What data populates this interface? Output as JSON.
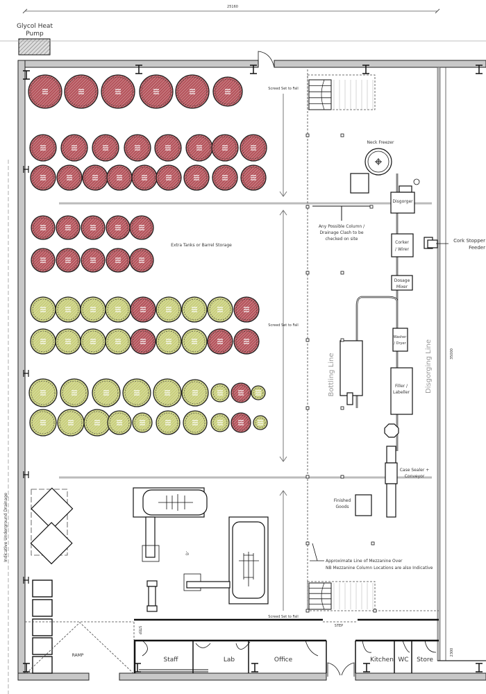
{
  "drawing": {
    "overall_width_dimension": "25160",
    "overall_depth_dimension": "35000",
    "office_depth_dimension": "2300",
    "glycol_heat_pump": [
      "Glycol Heat",
      "Pump"
    ],
    "screed_label": "Screed Set to Fall",
    "extra_storage_label": "Extra Tanks or Barrel Storage",
    "neck_freezer_label": "Neck Freezer",
    "disgorger_label": "Disgorger",
    "corker_label": [
      "Corker",
      "/ Wirer"
    ],
    "dosage_label": [
      "Dosage",
      "Mixer"
    ],
    "washer_label": [
      "Washer",
      "/ Dryer"
    ],
    "filler_label": [
      "Filler /",
      "Labeller"
    ],
    "case_sealer_label": [
      "Case Sealer +",
      "Conveyor"
    ],
    "cork_feeder_label": [
      "Cork Stopper",
      "Feeder"
    ],
    "column_clash_note": [
      "Any Possible Column /",
      "Drainage Clash to be",
      "checked on site"
    ],
    "bottling_line_label": "Bottling Line",
    "disgorging_line_label": "Disgorging Line",
    "finished_goods_label": [
      "Finished",
      "Goods"
    ],
    "mezzanine_note": [
      "Approximate Line of Mezzanine Over",
      "NB Mezzanine Column Locations are also Indicative"
    ],
    "drainage_label": "Indicative Underground Drainage",
    "ramp_label": "RAMP",
    "step_label": "STEP",
    "rooms": [
      "Staff",
      "Lab",
      "Office",
      "Kitchen",
      "WC",
      "Store"
    ]
  },
  "colors": {
    "red_tank": "#b5545c",
    "green_tank": "#c9cf7e",
    "wall": "#c8c8c8"
  },
  "tank_rows": [
    [
      "red",
      "red",
      "red",
      "red",
      "red",
      "red"
    ],
    [
      "red",
      "red",
      "red",
      "red",
      "red",
      "red",
      "red",
      "red"
    ],
    [
      "red",
      "red",
      "red",
      "red",
      "red",
      "red",
      "red",
      "red",
      "red"
    ],
    [
      "red",
      "red",
      "red",
      "red",
      "red"
    ],
    [
      "red",
      "red",
      "red",
      "red",
      "red"
    ],
    [
      "green",
      "green",
      "green",
      "green",
      "red",
      "green",
      "green",
      "green",
      "red"
    ],
    [
      "green",
      "green",
      "green",
      "green",
      "red",
      "green",
      "green",
      "red",
      "red"
    ],
    [
      "green",
      "green",
      "green",
      "green",
      "green",
      "green",
      "green",
      "red",
      "green"
    ],
    [
      "green",
      "green",
      "green",
      "green",
      "green",
      "green",
      "green",
      "green",
      "red",
      "green"
    ]
  ]
}
